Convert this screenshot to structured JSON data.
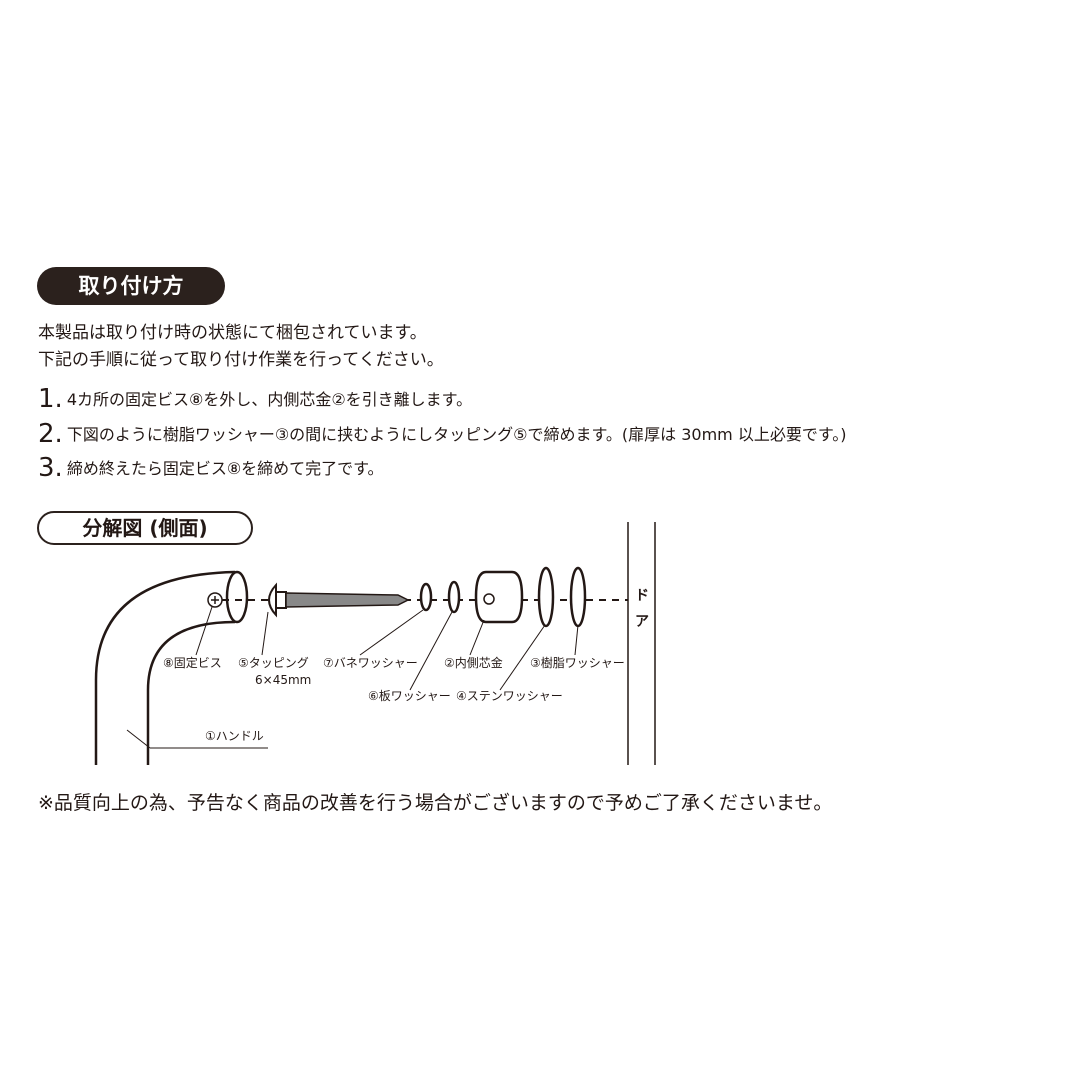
{
  "header": {
    "title": "取り付け方"
  },
  "intro": [
    "本製品は取り付け時の状態にて梱包されています。",
    "下記の手順に従って取り付け作業を行ってください。"
  ],
  "steps": [
    {
      "num": "1.",
      "text": "4カ所の固定ビス⑧を外し、内側芯金②を引き離します。"
    },
    {
      "num": "2.",
      "text": "下図のように樹脂ワッシャー③の間に挟むようにしタッピング⑤で締めます。(扉厚は 30mm 以上必要です。)"
    },
    {
      "num": "3.",
      "text": "締め終えたら固定ビス⑧を締めて完了です。"
    }
  ],
  "diagram": {
    "title": "分解図 (側面)",
    "labels": {
      "screw_fixed": "⑧固定ビス",
      "tapping": "⑤タッピング",
      "tapping_size": "6×45mm",
      "spring_washer": "⑦バネワッシャー",
      "plate_washer": "⑥板ワッシャー",
      "inner_core": "②内側芯金",
      "stainless_washer": "④ステンワッシャー",
      "resin_washer": "③樹脂ワッシャー",
      "handle": "①ハンドル",
      "door_1": "ド",
      "door_2": "ア"
    }
  },
  "footer": {
    "note": "※品質向上の為、予告なく商品の改善を行う場合がございますので予めご了承くださいませ。"
  }
}
